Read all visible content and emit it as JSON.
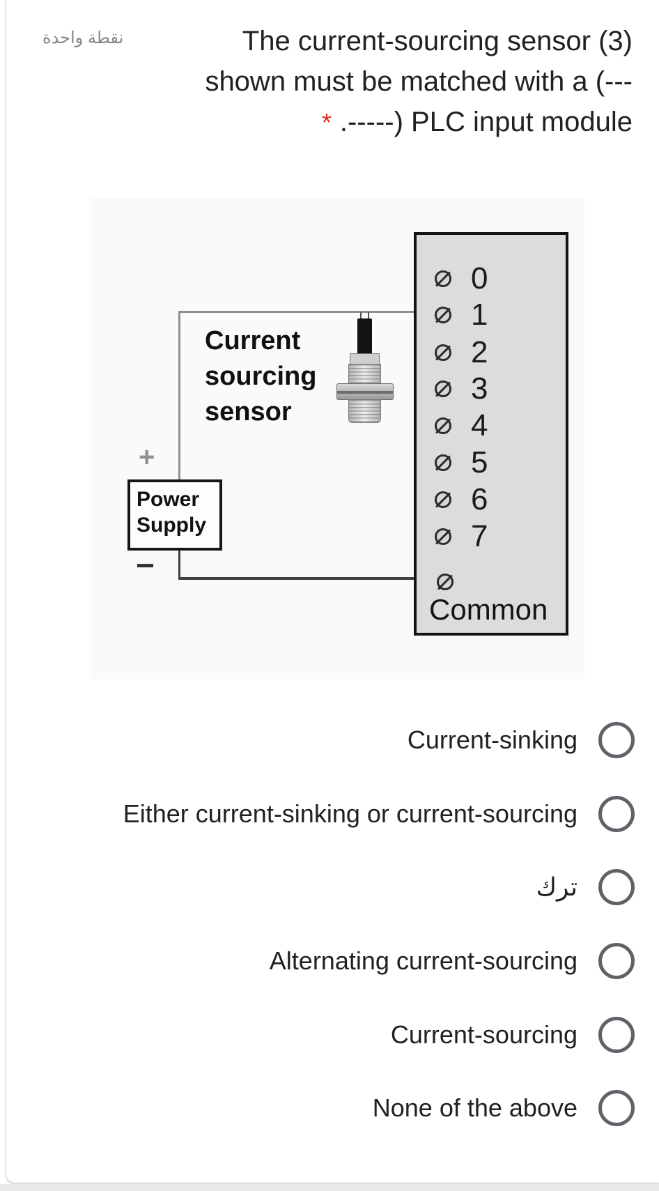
{
  "points_label": "نقطة واحدة",
  "question": {
    "line1": "The current-sourcing sensor (3)",
    "line2": "shown must be matched with a (---",
    "line3": ".-----) PLC input module",
    "required_mark": "*"
  },
  "diagram": {
    "sensor_label": {
      "line1": "Current",
      "line2": "sourcing",
      "line3": "sensor"
    },
    "power_supply": {
      "line1": "Power",
      "line2": "Supply",
      "plus": "+",
      "minus": "−"
    },
    "plc": {
      "terminals": [
        "0",
        "1",
        "2",
        "3",
        "4",
        "5",
        "6",
        "7"
      ],
      "common_label": "Common"
    }
  },
  "options": [
    {
      "label": "Current-sinking"
    },
    {
      "label": "Either current-sinking or current-sourcing"
    },
    {
      "label": "ترك"
    },
    {
      "label": "Alternating current-sourcing"
    },
    {
      "label": "Current-sourcing"
    },
    {
      "label": "None of the above"
    }
  ],
  "colors": {
    "required_red": "#d93025",
    "radio_stroke": "#5f6368",
    "text": "#202124",
    "points_gray": "#80868b",
    "plc_fill": "#dcdcdc"
  }
}
